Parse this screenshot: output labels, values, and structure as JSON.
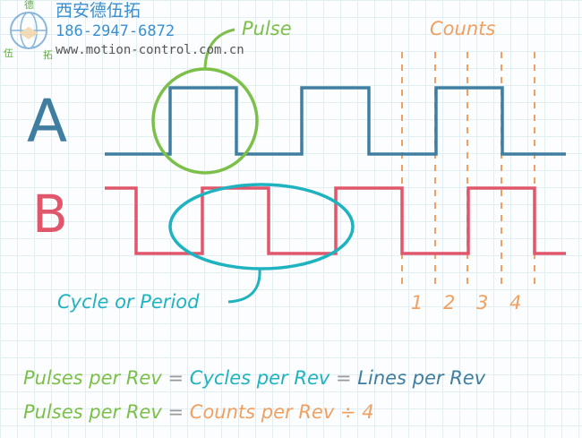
{
  "labels": {
    "channel_a": "A",
    "channel_b": "B",
    "pulse": "Pulse",
    "cycle": "Cycle or Period",
    "counts": "Counts",
    "count_numbers": [
      "1",
      "2",
      "3",
      "4"
    ]
  },
  "equations": [
    {
      "left": "Pulses per Rev",
      "op": "=",
      "mid": "Cycles per Rev",
      "op2": "=",
      "right": "Lines per Rev"
    },
    {
      "left": "Pulses per Rev",
      "op": "=",
      "mid": "Counts per Rev ÷ 4"
    }
  ],
  "watermark": {
    "company": "西安德伍拓",
    "phone": "186-2947-6872",
    "url": "www.motion-control.com.cn",
    "seal_chars": [
      "德",
      "伍",
      "拓"
    ]
  },
  "colors": {
    "a": "#3f7ea0",
    "b": "#e0566a",
    "pulse": "#7cc04a",
    "cycle": "#1fb3c0",
    "counts": "#f0a060",
    "op": "#999999",
    "wm": "#2e7fc0"
  }
}
